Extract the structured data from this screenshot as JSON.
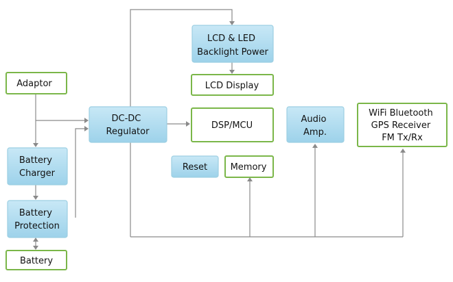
{
  "blocks": {
    "lcd_power": [
      "LCD & LED",
      "Backlight Power"
    ],
    "lcd_display": [
      "LCD Display"
    ],
    "adaptor": [
      "Adaptor"
    ],
    "dcdc": [
      "DC-DC",
      "Regulator"
    ],
    "dsp": [
      "DSP/MCU"
    ],
    "audio": [
      "Audio",
      "Amp."
    ],
    "wireless": [
      "WiFi Bluetooth",
      "GPS Receiver",
      "FM Tx/Rx"
    ],
    "charger": [
      "Battery",
      "Charger"
    ],
    "reset": [
      "Reset"
    ],
    "memory": [
      "Memory"
    ],
    "protection": [
      "Battery",
      "Protection"
    ],
    "battery": [
      "Battery"
    ]
  },
  "colors": {
    "blue_fill_top": "#c8e8f6",
    "blue_fill_bottom": "#9dd2ea",
    "blue_border": "#9ccfe2",
    "green_border": "#7ab648",
    "wire": "#8a8a8a"
  }
}
